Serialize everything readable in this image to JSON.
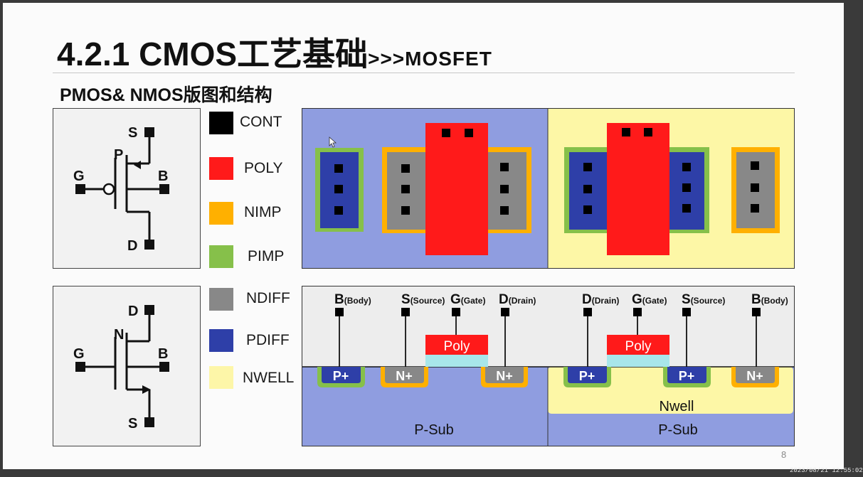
{
  "title": {
    "main": "4.2.1 CMOS工艺基础",
    "suffix": ">>>MOSFET"
  },
  "subtitle": "PMOS& NMOS版图和结构",
  "page_number": "8",
  "timestamp": "2023/08/21 12:55:02",
  "pmos_symbol": {
    "name": "P",
    "source": "S",
    "gate": "G",
    "body": "B",
    "drain": "D"
  },
  "nmos_symbol": {
    "name": "N",
    "source": "S",
    "gate": "G",
    "body": "B",
    "drain": "D"
  },
  "legend": [
    {
      "label": "CONT",
      "color": "#000000"
    },
    {
      "label": "POLY",
      "color": "#ff1a1a"
    },
    {
      "label": "NIMP",
      "color": "#ffb000"
    },
    {
      "label": "PIMP",
      "color": "#86c04a"
    },
    {
      "label": "NDIFF",
      "color": "#888888"
    },
    {
      "label": "PDIFF",
      "color": "#2e3fa8"
    },
    {
      "label": "NWELL",
      "color": "#fdf6a8"
    }
  ],
  "cross_section": {
    "nmos_terminals": [
      {
        "letter": "B",
        "desc": "(Body)"
      },
      {
        "letter": "S",
        "desc": "(Source)"
      },
      {
        "letter": "G",
        "desc": "(Gate)"
      },
      {
        "letter": "D",
        "desc": "(Drain)"
      }
    ],
    "pmos_terminals": [
      {
        "letter": "D",
        "desc": "(Drain)"
      },
      {
        "letter": "G",
        "desc": "(Gate)"
      },
      {
        "letter": "S",
        "desc": "(Source)"
      },
      {
        "letter": "B",
        "desc": "(Body)"
      }
    ],
    "poly_label": "Poly",
    "p_plus": "P+",
    "n_plus": "N+",
    "nwell_label": "Nwell",
    "psub_label": "P-Sub"
  },
  "colors": {
    "psub_blue": "#8f9de0",
    "nwell_yellow": "#fdf7a6",
    "poly_red": "#ff1a1a",
    "gate_oxide": "#a8e6ea",
    "air": "#ededed"
  }
}
